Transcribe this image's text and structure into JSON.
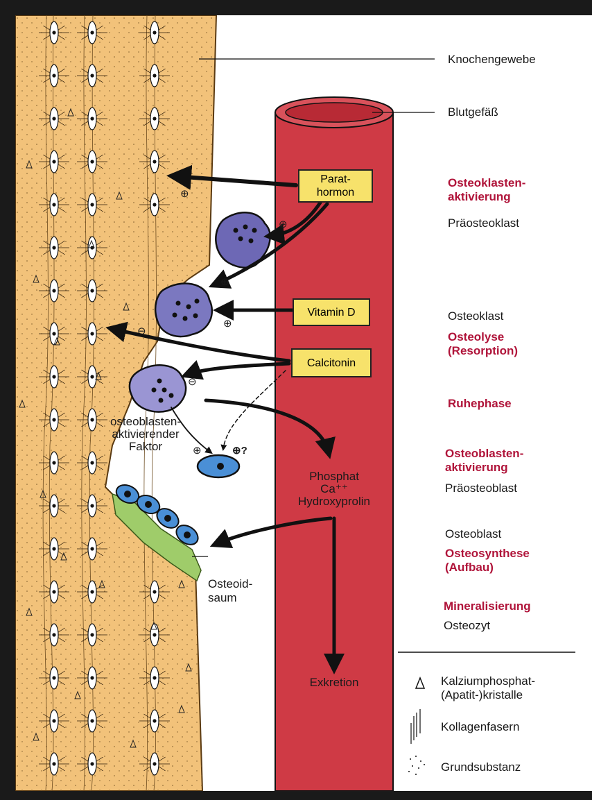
{
  "hormones": {
    "parathormon": "Parat-\nhormon",
    "vitamin_d": "Vitamin D",
    "calcitonin": "Calcitonin"
  },
  "labels": {
    "knochengewebe": "Knochengewebe",
    "blutgefaess": "Blutgefäß",
    "osteoklasten_aktivierung": "Osteoklasten-\naktivierung",
    "praeosteoklast": "Präosteoklast",
    "osteoklast": "Osteoklast",
    "osteolyse": "Osteolyse\n(Resorption)",
    "ruhephase": "Ruhephase",
    "osteoblasten_aktivierung": "Osteoblasten-\naktivierung",
    "praeosteoblast": "Präosteoblast",
    "osteoblast": "Osteoblast",
    "osteosynthese": "Osteosynthese\n(Aufbau)",
    "mineralisierung": "Mineralisierung",
    "osteozyt": "Osteozyt",
    "osteoblasten_faktor": "osteoblasten-\naktivierender\nFaktor",
    "phosphat": "Phosphat\nCa⁺⁺\nHydroxyprolin",
    "exkretion": "Exkretion",
    "osteoidsaum": "Osteoid-\nsaum"
  },
  "signs": {
    "plus": "⊕",
    "minus": "⊖",
    "question": "⊕?"
  },
  "legend": [
    {
      "symbol": "triangle-icon",
      "text": "Kalziumphosphat-\n(Apatit-)kristalle"
    },
    {
      "symbol": "fiber-icon",
      "text": "Kollagenfasern"
    },
    {
      "symbol": "dots-icon",
      "text": "Grundsubstanz"
    }
  ],
  "colors": {
    "bone": "#f2c27a",
    "vessel": "#cf3a45",
    "hormone_box": "#f7e26b",
    "cell": "#8a86c4",
    "osteoblast": "#4a8fd6",
    "osteoid": "#9fcc6a",
    "accent_text": "#b0143a"
  }
}
